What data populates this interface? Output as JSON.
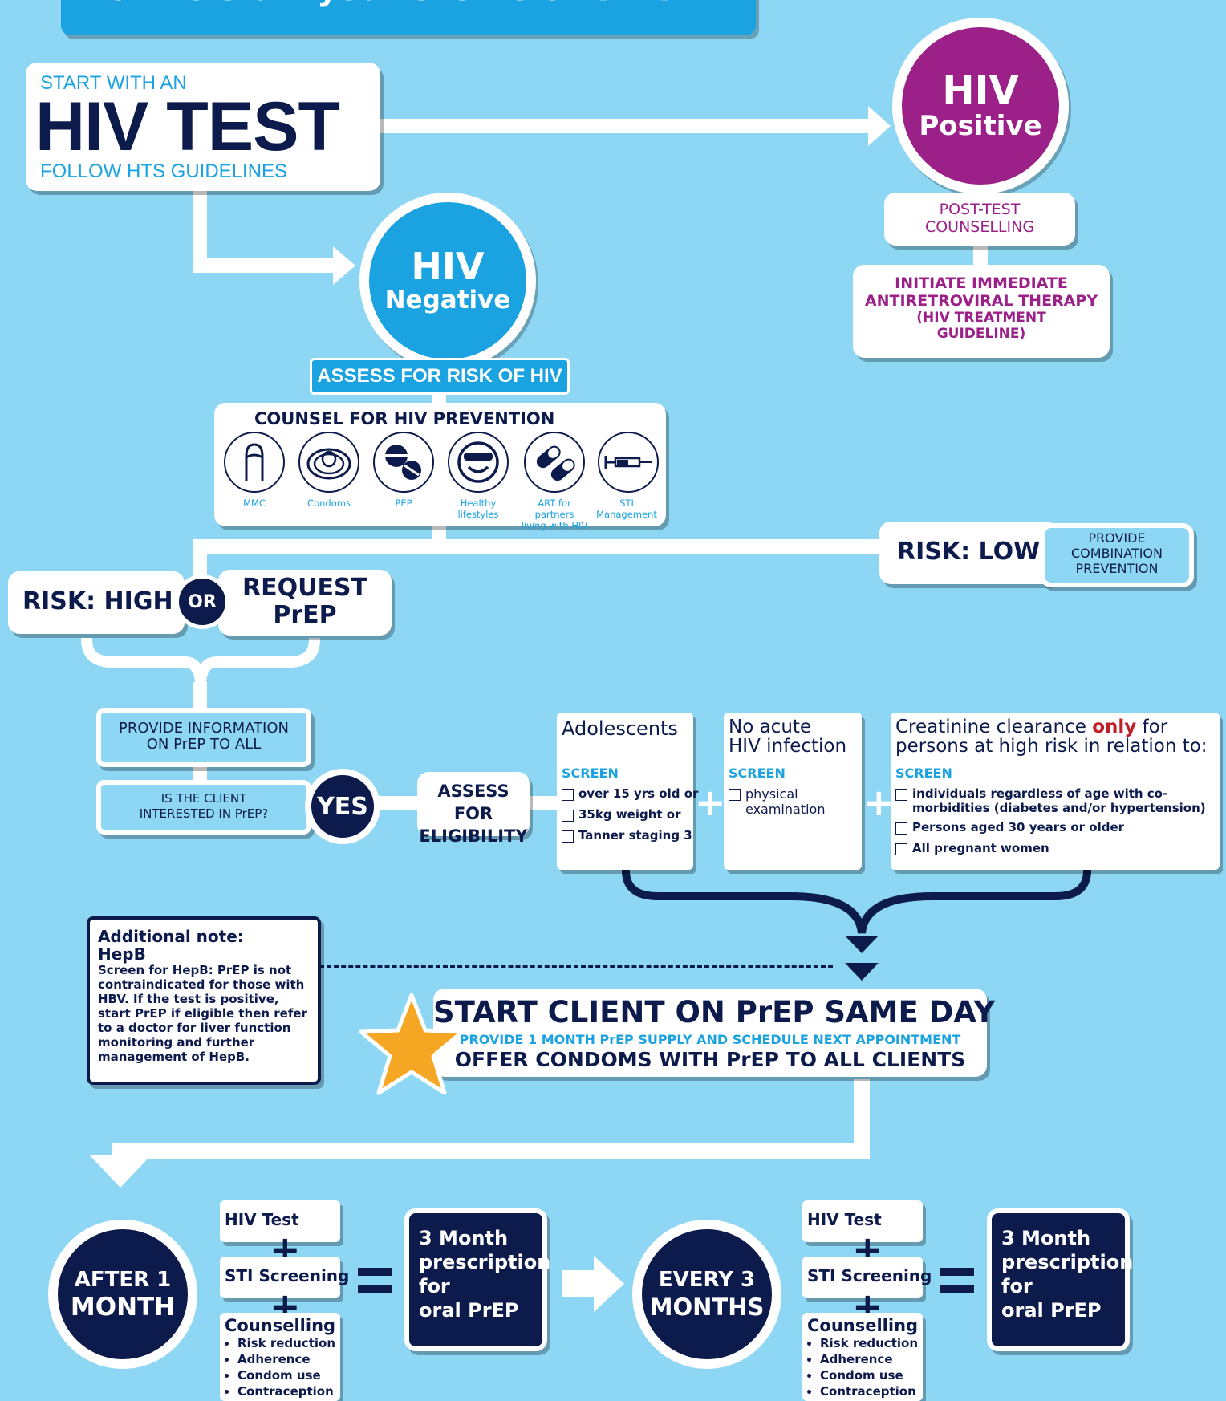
{
  "title": "How to start your clients on PrEP:",
  "hiv_test_box": {
    "pre": "START WITH AN",
    "main": "HIV TEST",
    "post": "FOLLOW HTS GUIDELINES"
  },
  "hiv_positive": {
    "line1": "HIV",
    "line2": "Positive",
    "post_test": [
      "POST-TEST",
      "COUNSELLING"
    ],
    "initiate": [
      "INITIATE IMMEDIATE",
      "ANTIRETROVIRAL THERAPY"
    ],
    "guideline": [
      "(HIV TREATMENT",
      "GUIDELINE)"
    ]
  },
  "hiv_negative": {
    "line1": "HIV",
    "line2": "Negative"
  },
  "assess_risk": "ASSESS FOR RISK OF HIV",
  "counsel": {
    "title": "COUNSEL FOR HIV PREVENTION",
    "icons": [
      {
        "icon": "mmc-icon",
        "label1": "MMC",
        "label2": ""
      },
      {
        "icon": "condom-icon",
        "label1": "Condoms",
        "label2": ""
      },
      {
        "icon": "pills-icon",
        "label1": "PEP",
        "label2": ""
      },
      {
        "icon": "smiley-sunglasses-icon",
        "label1": "Healthy",
        "label2": "lifestyles"
      },
      {
        "icon": "capsules-icon",
        "label1": "ART for partners",
        "label2": "living with HIV"
      },
      {
        "icon": "syringe-icon",
        "label1": "STI",
        "label2": "Management"
      }
    ]
  },
  "risk_low": {
    "label": "RISK: LOW",
    "provide": [
      "PROVIDE",
      "COMBINATION",
      "PREVENTION"
    ]
  },
  "risk_high": {
    "label": "RISK: HIGH",
    "or": "OR",
    "request": [
      "REQUEST",
      "PrEP"
    ]
  },
  "provide_info": [
    "PROVIDE INFORMATION",
    "ON PrEP TO ALL"
  ],
  "interested": [
    "IS THE CLIENT",
    "INTERESTED IN PrEP?"
  ],
  "yes": "YES",
  "assess_eligibility": [
    "ASSESS FOR",
    "ELIGIBILITY"
  ],
  "adolescents": {
    "title": "Adolescents",
    "screen": "SCREEN",
    "items": [
      "over 15 yrs old or",
      "35kg weight or",
      "Tanner staging 3"
    ]
  },
  "no_acute": {
    "title": [
      "No acute",
      "HIV infection"
    ],
    "screen": "SCREEN",
    "items": [
      "physical examination"
    ]
  },
  "creatinine": {
    "title_pre": "Creatinine clearance ",
    "title_only": "only",
    "title_post": " for",
    "title_line2": "persons at high risk in relation to:",
    "screen": "SCREEN",
    "items": [
      "individuals regardless of age with co-morbidities (diabetes and/or hypertension)",
      "Persons aged 30 years or older",
      "All pregnant women"
    ]
  },
  "note": {
    "heading": "Additional note:",
    "sub": "HepB",
    "body": "Screen for HepB: PrEP is not contraindicated for those with HBV. If the test is positive, start PrEP if eligible then refer to a doctor for liver function monitoring and further management of HepB."
  },
  "start": {
    "title": "START CLIENT ON PrEP SAME DAY",
    "sub": "PROVIDE 1 MONTH PrEP SUPPLY AND SCHEDULE NEXT APPOINTMENT",
    "offer": "OFFER CONDOMS WITH PrEP TO ALL CLIENTS"
  },
  "followup": [
    {
      "circle": [
        "AFTER 1",
        "MONTH"
      ],
      "hiv_test": "HIV Test",
      "sti": "STI Screening",
      "counselling": "Counselling",
      "bullets": [
        "Risk reduction",
        "Adherence",
        "Condom use",
        "Contraception"
      ],
      "rx": [
        "3 Month",
        "prescription",
        "for",
        "oral PrEP"
      ]
    },
    {
      "circle": [
        "EVERY 3",
        "MONTHS"
      ],
      "hiv_test": "HIV Test",
      "sti": "STI Screening",
      "counselling": "Counselling",
      "bullets": [
        "Risk reduction",
        "Adherence",
        "Condom use",
        "Contraception"
      ],
      "rx": [
        "3 Month",
        "prescription",
        "for",
        "oral PrEP"
      ]
    }
  ],
  "colors": {
    "background": "#8dd7f5",
    "navy": "#0d1b4c",
    "cyan": "#1aa3e0",
    "purple": "#9b2189",
    "star": "#f5a623",
    "only": "#c0202a"
  }
}
